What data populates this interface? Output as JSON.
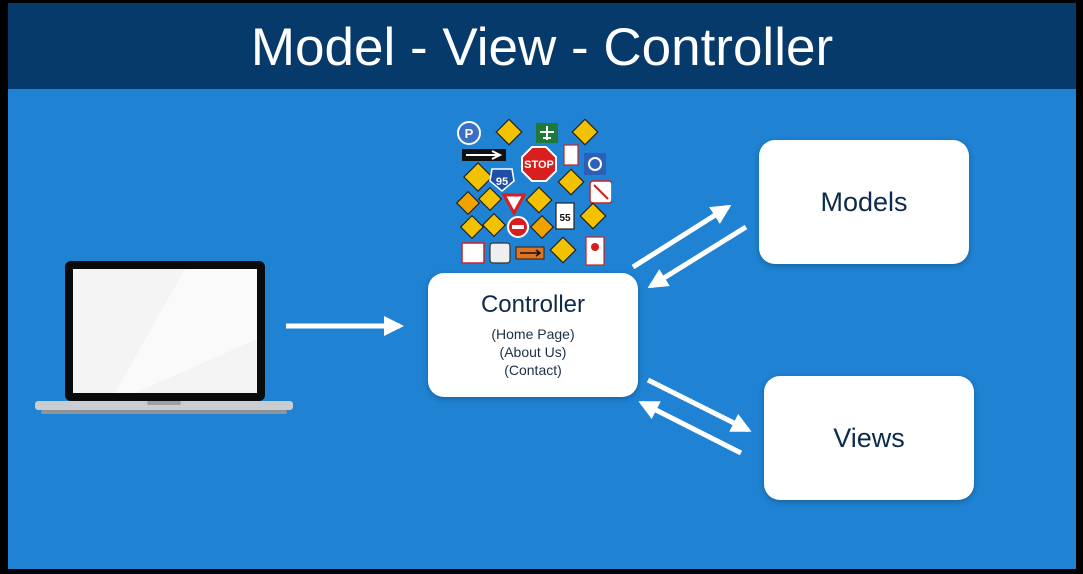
{
  "title": "Model - View - Controller",
  "controller": {
    "title": "Controller",
    "items": [
      "(Home Page)",
      "(About Us)",
      "(Contact)"
    ]
  },
  "models": {
    "title": "Models"
  },
  "views": {
    "title": "Views"
  },
  "sign_labels": {
    "stop": "STOP",
    "interstate": "95",
    "speed": "55"
  },
  "colors": {
    "background": "#1f82d3",
    "title_bar": "#053a6b",
    "box": "#ffffff",
    "arrow": "#ffffff"
  }
}
